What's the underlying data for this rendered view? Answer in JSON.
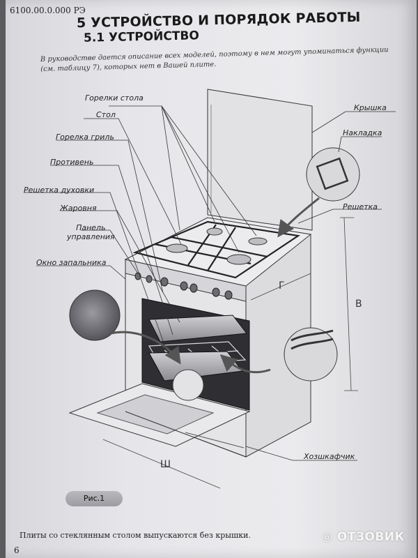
{
  "header": {
    "doc_number": "6100.00.0.000 РЭ",
    "section_title": "5 УСТРОЙСТВО И ПОРЯДОК РАБОТЫ",
    "subsection_title": "5.1 УСТРОЙСТВО"
  },
  "intro_text": "В руководстве дается описание всех моделей, поэтому в нем могут упоминаться функции (см. таблицу 7), которых нет в Вашей плите.",
  "labels": {
    "burners": "Горелки стола",
    "table": "Стол",
    "grill_burner": "Горелка гриль",
    "baking_tray": "Противень",
    "oven_rack": "Решетка духовки",
    "roasting_pan": "Жаровня",
    "control_panel_line1": "Панель",
    "control_panel_line2": "управления",
    "ignition_window": "Окно запальника",
    "lid": "Крышка",
    "cover": "Накладка",
    "grate": "Решетка",
    "storage": "Хозшкафчик"
  },
  "dimensions": {
    "height": "В",
    "depth": "Г",
    "width": "Ш"
  },
  "figure_caption": "Рис.1",
  "footnote": "Плиты со стеклянным столом выпускаются без крышки.",
  "page_number": "6",
  "watermark": "ОТЗОВИК",
  "colors": {
    "paper": "#e6e6ea",
    "ink": "#222222",
    "shade": "#8a8a8e"
  }
}
